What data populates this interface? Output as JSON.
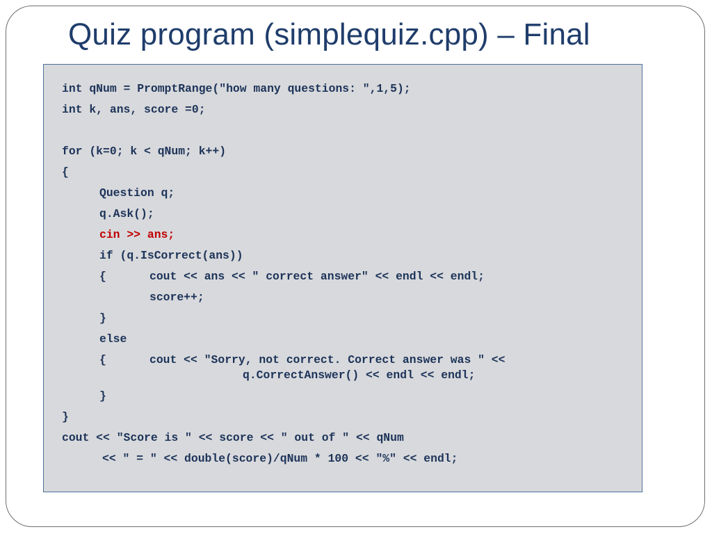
{
  "slide": {
    "title": "Quiz program (simplequiz.cpp) – Final"
  },
  "code": {
    "lines": [
      "int qNum = PromptRange(\"how many questions: \",1,5);",
      "int k, ans, score =0;",
      "for (k=0; k < qNum; k++)",
      "{",
      "Question q;",
      "q.Ask();",
      "cin >> ans;",
      "if (q.IsCorrect(ans))",
      "{",
      "cout << ans << \" correct answer\" << endl << endl;",
      "score++;",
      "}",
      "else",
      "{",
      "cout << \"Sorry, not correct. Correct answer was \" <<",
      "q.CorrectAnswer() << endl << endl;",
      "}",
      "}",
      "cout << \"Score is \" << score << \" out of \" << qNum",
      "<< \" = \" << double(score)/qNum * 100 << \"%\" << endl;"
    ],
    "highlight_color": "#c00000",
    "text_color": "#1c3359"
  },
  "colors": {
    "title": "#1f3d6b",
    "code_background": "#d8d9dc",
    "code_border": "#4c6f9a"
  }
}
